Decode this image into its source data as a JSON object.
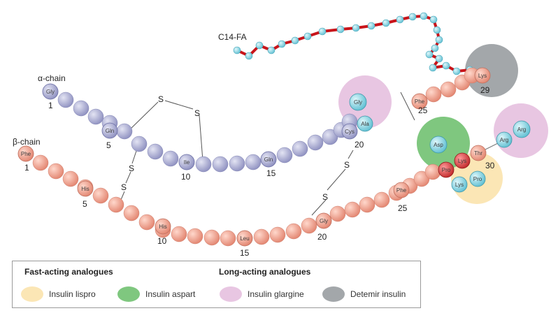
{
  "labels": {
    "alpha_chain": "α-chain",
    "beta_chain": "β-chain",
    "fatty_acid": "C14-FA"
  },
  "disulfide_symbol": "S",
  "alpha_chain": {
    "residues": [
      {
        "name": "Gly",
        "number": "1"
      },
      {
        "name": "Gln",
        "number": "5"
      },
      {
        "name": "Ile",
        "number": "10"
      },
      {
        "name": "Gln",
        "number": "15"
      },
      {
        "name": "Cys",
        "number": "20"
      },
      {
        "name": "Ala"
      },
      {
        "name": "Gly"
      }
    ]
  },
  "beta_chain": {
    "residues": [
      {
        "name": "Phe",
        "number": "1"
      },
      {
        "name": "His",
        "number": "5"
      },
      {
        "name": "His",
        "number": "10"
      },
      {
        "name": "Leu",
        "number": "15"
      },
      {
        "name": "Gly",
        "number": "20"
      },
      {
        "name": "Phe",
        "number": "25"
      },
      {
        "name": "Phe",
        "number": "25"
      },
      {
        "name": "Lys",
        "number": "29"
      }
    ]
  },
  "modified_residues": [
    {
      "name": "Asp"
    },
    {
      "name": "Pro"
    },
    {
      "name": "Lys"
    },
    {
      "name": "Lys"
    },
    {
      "name": "Pro"
    },
    {
      "name": "Thr",
      "number": "30"
    },
    {
      "name": "Arg"
    },
    {
      "name": "Arg"
    }
  ],
  "legend": {
    "fast_heading": "Fast-acting analogues",
    "long_heading": "Long-acting analogues",
    "items": [
      {
        "label": "Insulin lispro",
        "color": "#fbe6b5"
      },
      {
        "label": "Insulin aspart",
        "color": "#7fc77f"
      },
      {
        "label": "Insulin glargine",
        "color": "#e8c6e2"
      },
      {
        "label": "Detemir insulin",
        "color": "#a3a7aa"
      }
    ]
  },
  "colors": {
    "alpha_bead": "#a6a8d0",
    "beta_bead": "#efa493",
    "highlight_bead": "#8fd3e0",
    "mutation_bead": "#d84a4a",
    "fatty_acid_chain": "#c8141a"
  }
}
